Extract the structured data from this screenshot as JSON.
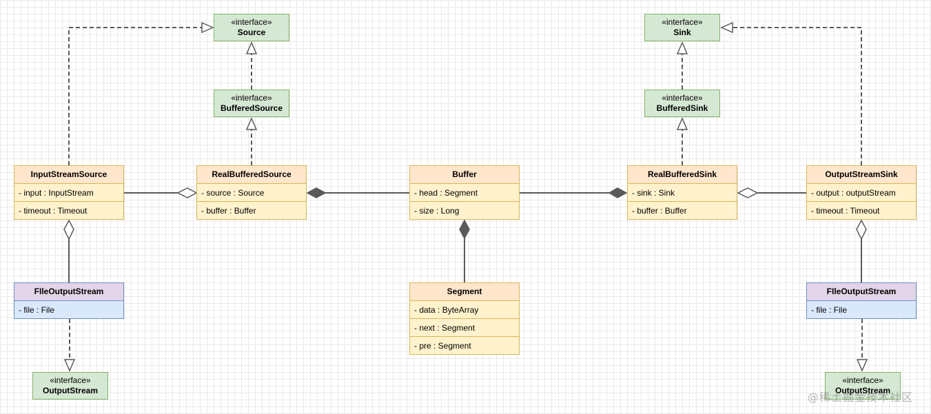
{
  "interfaces": {
    "source": {
      "stereotype": "«interface»",
      "name": "Source"
    },
    "buffered_source": {
      "stereotype": "«interface»",
      "name": "BufferedSource"
    },
    "sink": {
      "stereotype": "«interface»",
      "name": "Sink"
    },
    "buffered_sink": {
      "stereotype": "«interface»",
      "name": "BufferedSink"
    },
    "output_stream_left": {
      "stereotype": "«interface»",
      "name": "OutputStream"
    },
    "output_stream_right": {
      "stereotype": "«interface»",
      "name": "OutputStream"
    }
  },
  "classes": {
    "input_stream_source": {
      "name": "InputStreamSource",
      "fields": [
        "- input : InputStream",
        "- timeout : Timeout"
      ]
    },
    "real_buffered_source": {
      "name": "RealBufferedSource",
      "fields": [
        "- source : Source",
        "- buffer : Buffer"
      ]
    },
    "buffer": {
      "name": "Buffer",
      "fields": [
        "- head : Segment",
        "- size : Long"
      ]
    },
    "real_buffered_sink": {
      "name": "RealBufferedSink",
      "fields": [
        "- sink : Sink",
        "- buffer : Buffer"
      ]
    },
    "output_stream_sink": {
      "name": "OutputStreamSink",
      "fields": [
        "- output : outputStream",
        "- timeout : Timeout"
      ]
    },
    "file_output_stream_left": {
      "name": "FIleOutputStream",
      "fields": [
        "- file : File"
      ]
    },
    "file_output_stream_right": {
      "name": "FIleOutputStream",
      "fields": [
        "- file : File"
      ]
    },
    "segment": {
      "name": "Segment",
      "fields": [
        "- data : ByteArray",
        "- next : Segment",
        "- pre : Segment"
      ]
    }
  },
  "colors": {
    "interface_fill": "#d5e8d4",
    "interface_stroke": "#82b366",
    "class_header": "#ffe6cc",
    "class_body": "#fff2cc",
    "class_stroke": "#d6b656",
    "file_header": "#e1d5e7",
    "file_body": "#dae8fc",
    "file_stroke": "#6c8ebf",
    "edge": "#595959"
  },
  "watermark": "@稀土掘金技术社区"
}
